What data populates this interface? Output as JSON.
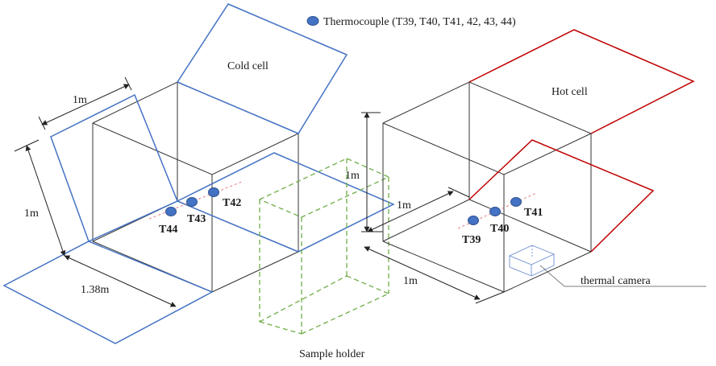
{
  "legend": {
    "label": "Thermocouple (T39, T40, T41, 42, 43, 44)"
  },
  "labels": {
    "cold_cell": "Cold cell",
    "hot_cell": "Hot cell",
    "sample_holder": "Sample holder",
    "thermal_camera": "thermal camera"
  },
  "dimensions": {
    "cold_top": "1m",
    "cold_left": "1m",
    "cold_bottom": "1.38m",
    "hot_height": "1m",
    "hot_depth": "1m",
    "hot_bottom": "1m"
  },
  "thermocouples": {
    "t39": "T39",
    "t40": "T40",
    "t41": "T41",
    "t42": "T42",
    "t43": "T43",
    "t44": "T44"
  },
  "colors": {
    "cold_cell_outline": "#4472c4",
    "hot_cell_outline": "#c00000",
    "sample_holder_outline": "#70ad47",
    "thermocouple_marker": "#4472c4"
  }
}
